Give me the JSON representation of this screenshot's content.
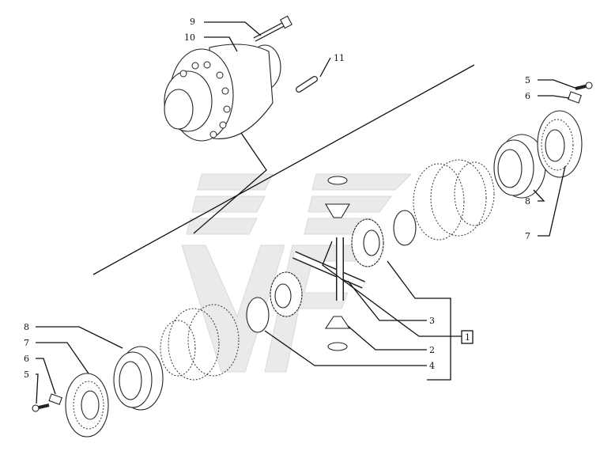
{
  "diagram": {
    "title": "Differential exploded view",
    "callouts": {
      "c9": "9",
      "c10": "10",
      "c11": "11",
      "c5_right": "5",
      "c6_right": "6",
      "c8_right": "8",
      "c7_right": "7",
      "c3": "3",
      "c1": "1",
      "c2": "2",
      "c4": "4",
      "c8_left": "8",
      "c7_left": "7",
      "c6_left": "6",
      "c5_left": "5"
    }
  }
}
